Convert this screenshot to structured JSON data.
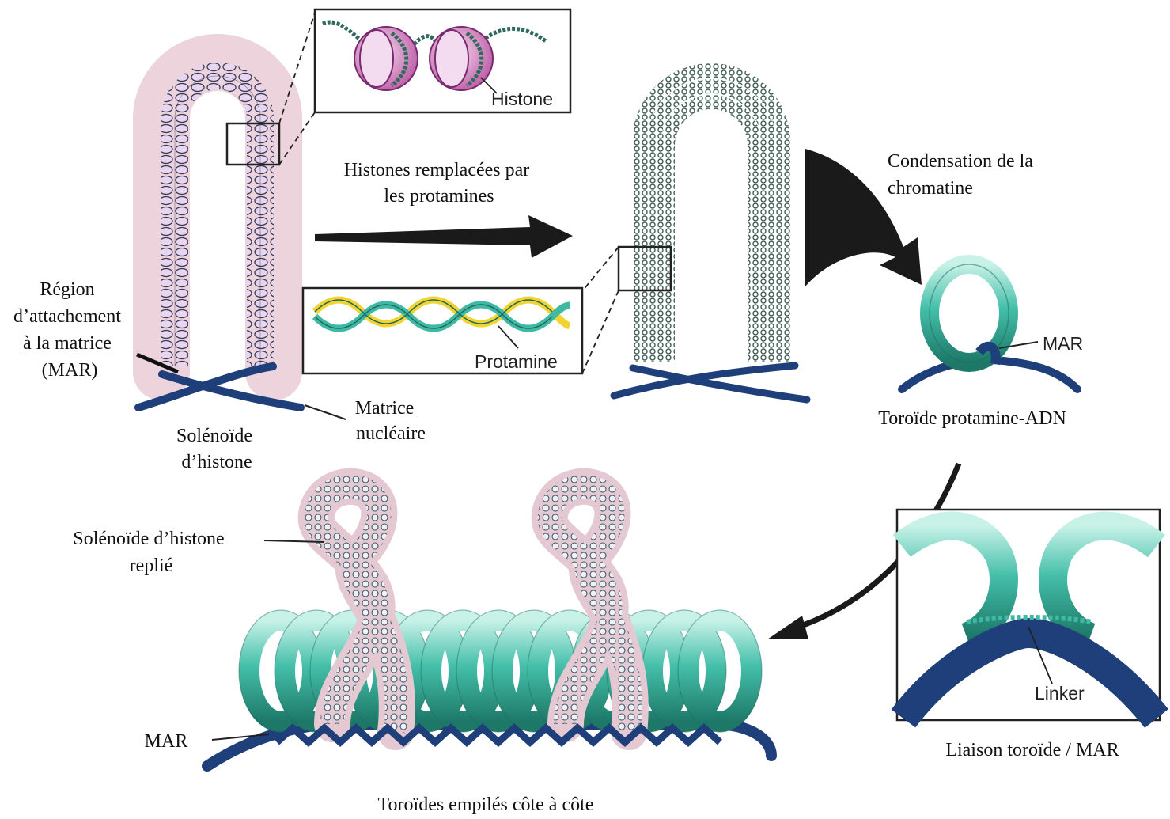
{
  "labels": {
    "mar_region": [
      "Région",
      "d’attachement",
      "à la matrice",
      "(MAR)"
    ],
    "histone_solenoid": [
      "Solénoïde",
      "d’histone"
    ],
    "nuclear_matrix": [
      "Matrice",
      "nucléaire"
    ],
    "replacement": [
      "Histones remplacées par",
      "les protamines"
    ],
    "condensation": [
      "Condensation de la",
      "chromatine"
    ],
    "toroid": "Toroïde protamine-ADN",
    "folded_solenoid": [
      "Solénoïde d’histone",
      "replié"
    ],
    "mar_bottom": "MAR",
    "stacked": "Toroïdes empilés côte à côte",
    "link_caption": "Liaison toroïde / MAR"
  },
  "insets": {
    "histone": "Histone",
    "protamine": "Protamine",
    "mar": "MAR",
    "linker": "Linker"
  },
  "colors": {
    "teal": "#3fb8a4",
    "teal_light": "#a8e6d8",
    "navy": "#1e3f7a",
    "pink": "#e8cfd6",
    "purple": "#9a3f8c",
    "yellow": "#f2d431",
    "dark": "#222222"
  }
}
